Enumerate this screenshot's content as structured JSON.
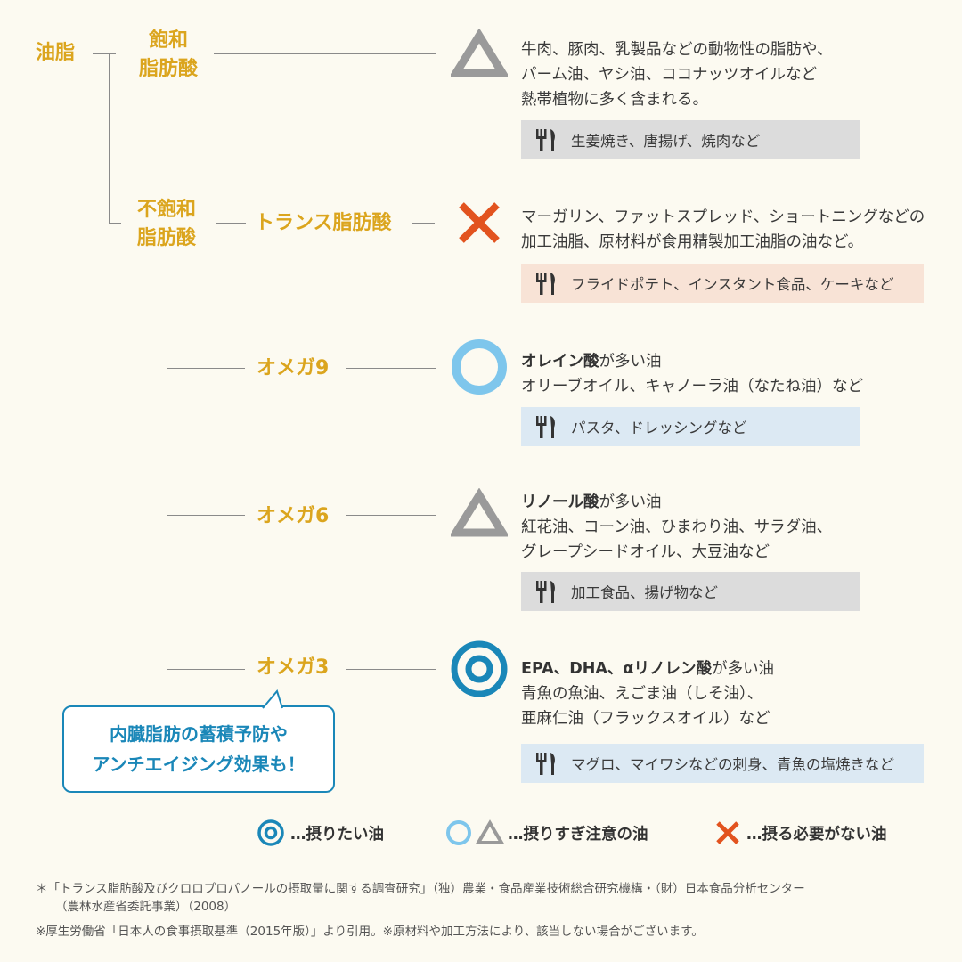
{
  "tree": {
    "root": "油脂",
    "saturated": {
      "line1": "飽和",
      "line2": "脂肪酸"
    },
    "unsaturated": {
      "line1": "不飽和",
      "line2": "脂肪酸"
    },
    "trans": "トランス脂肪酸",
    "omega9": "オメガ9",
    "omega6": "オメガ6",
    "omega3": "オメガ3"
  },
  "entries": {
    "saturated": {
      "symbol": "triangle",
      "lines": [
        "牛肉、豚肉、乳製品などの動物性の脂肪や、",
        "パーム油、ヤシ油、ココナッツオイルなど",
        "熱帯植物に多く含まれる。"
      ],
      "foods": "生姜焼き、唐揚げ、焼肉など"
    },
    "trans": {
      "symbol": "cross",
      "lines": [
        "マーガリン、ファットスプレッド、ショートニングなどの",
        "加工油脂、原材料が食用精製加工油脂の油など。"
      ],
      "foods": "フライドポテト、インスタント食品、ケーキなど"
    },
    "omega9": {
      "symbol": "circle",
      "bold": "オレイン酸",
      "rest": "が多い油",
      "lines": [
        "オリーブオイル、キャノーラ油（なたね油）など"
      ],
      "foods": "パスタ、ドレッシングなど"
    },
    "omega6": {
      "symbol": "triangle",
      "bold": "リノール酸",
      "rest": "が多い油",
      "lines": [
        "紅花油、コーン油、ひまわり油、サラダ油、",
        "グレープシードオイル、大豆油など"
      ],
      "foods": "加工食品、揚げ物など"
    },
    "omega3": {
      "symbol": "double-circle",
      "bold": "EPA、DHA、αリノレン酸",
      "rest": "が多い油",
      "lines": [
        "青魚の魚油、えごま油（しそ油）、",
        "亜麻仁油（フラックスオイル）など"
      ],
      "foods": "マグロ、マイワシなどの刺身、青魚の塩焼きなど"
    }
  },
  "bubble": {
    "line1": "内臓脂肪の蓄積予防や",
    "line2": "アンチエイジング効果も！"
  },
  "legend": {
    "recommended": "…摂りたい油",
    "caution": "…摂りすぎ注意の油",
    "unnecessary": "…摂る必要がない油"
  },
  "notes": {
    "line1": "＊「トランス脂肪酸及びクロロプロパノールの摂取量に関する調査研究」（独）農業・食品産業技術総合研究機構・（財）日本食品分析センター",
    "line2": "（農林水産省委託事業）（2008）",
    "line3": "※厚生労働省「日本人の食事摂取基準（2015年版）」より引用。※原材料や加工方法により、該当しない場合がございます。"
  },
  "colors": {
    "gold": "#dba51e",
    "gray": "#9a9a9a",
    "red": "#e2531f",
    "lightblue": "#7ec6ec",
    "blue": "#1a87b8"
  }
}
